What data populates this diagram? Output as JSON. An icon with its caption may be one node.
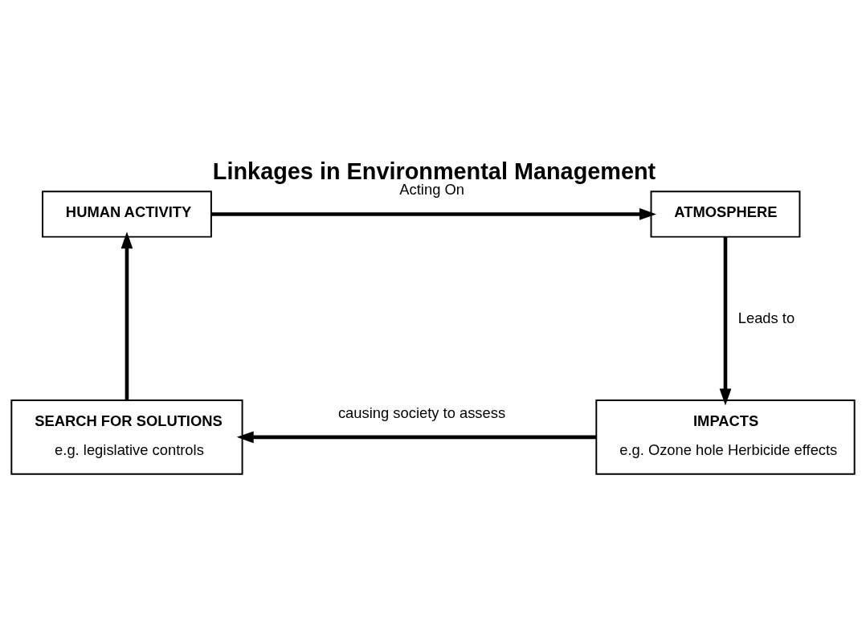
{
  "diagram": {
    "title": "Linkages in Environmental Management",
    "nodes": [
      {
        "text": [
          "HUMAN ACTIVITY"
        ]
      },
      {
        "text": [
          "ATMOSPHERE"
        ]
      },
      {
        "text": [
          "SEARCH FOR SOLUTIONS",
          "e.g. legislative controls"
        ]
      },
      {
        "text": [
          "IMPACTS",
          "e.g. Ozone hole Herbicide effects"
        ]
      }
    ],
    "edges": [
      {
        "from": 0,
        "to": 1,
        "arrow": "to",
        "label": "Acting On"
      },
      {
        "from": 1,
        "to": 3,
        "arrow": "to",
        "label": "Leads to"
      },
      {
        "from": 3,
        "to": 2,
        "arrow": "to",
        "label": "causing society to assess"
      },
      {
        "from": 2,
        "to": 0,
        "arrow": "to"
      }
    ]
  }
}
